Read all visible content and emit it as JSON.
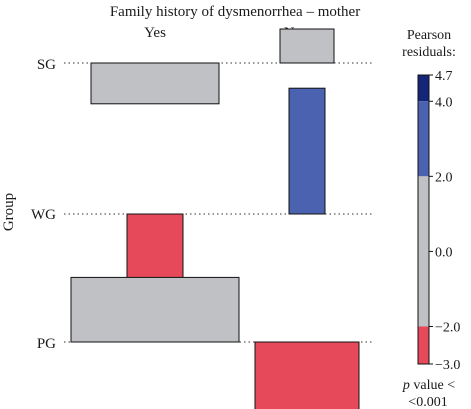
{
  "chart_data": {
    "type": "association",
    "title": "Family history of dysmenorrhea – mother",
    "xlabel": "",
    "ylabel": "Group",
    "columns": [
      "Yes",
      "No"
    ],
    "rows": [
      "SG",
      "WG",
      "PG"
    ],
    "residuals": [
      [
        -1.2,
        1.0
      ],
      [
        -2.5,
        3.7
      ],
      [
        1.9,
        -2.5
      ]
    ],
    "legend": {
      "title_line1": "Pearson",
      "title_line2": "residuals:",
      "range": [
        -3.0,
        4.7
      ],
      "ticks": [
        {
          "value": 4.7,
          "label": "4.7"
        },
        {
          "value": 4.0,
          "label": "4.0"
        },
        {
          "value": 2.0,
          "label": "2.0"
        },
        {
          "value": 0.0,
          "label": "0.0"
        },
        {
          "value": -2.0,
          "label": "−2.0"
        },
        {
          "value": -3.0,
          "label": "−3.0"
        }
      ],
      "bands": [
        {
          "from": 4.0,
          "to": 4.7,
          "color": "#13267a"
        },
        {
          "from": 2.0,
          "to": 4.0,
          "color": "#4b62b0"
        },
        {
          "from": -2.0,
          "to": 2.0,
          "color": "#bfc1c4"
        },
        {
          "from": -3.0,
          "to": -2.0,
          "color": "#e64a5a"
        }
      ]
    },
    "pvalue_line1": "p value <",
    "pvalue_line2": "<0.001",
    "colors": {
      "strong_positive": "#13267a",
      "positive": "#4b62b0",
      "neutral": "#bfc1c4",
      "negative": "#e64a5a"
    }
  }
}
